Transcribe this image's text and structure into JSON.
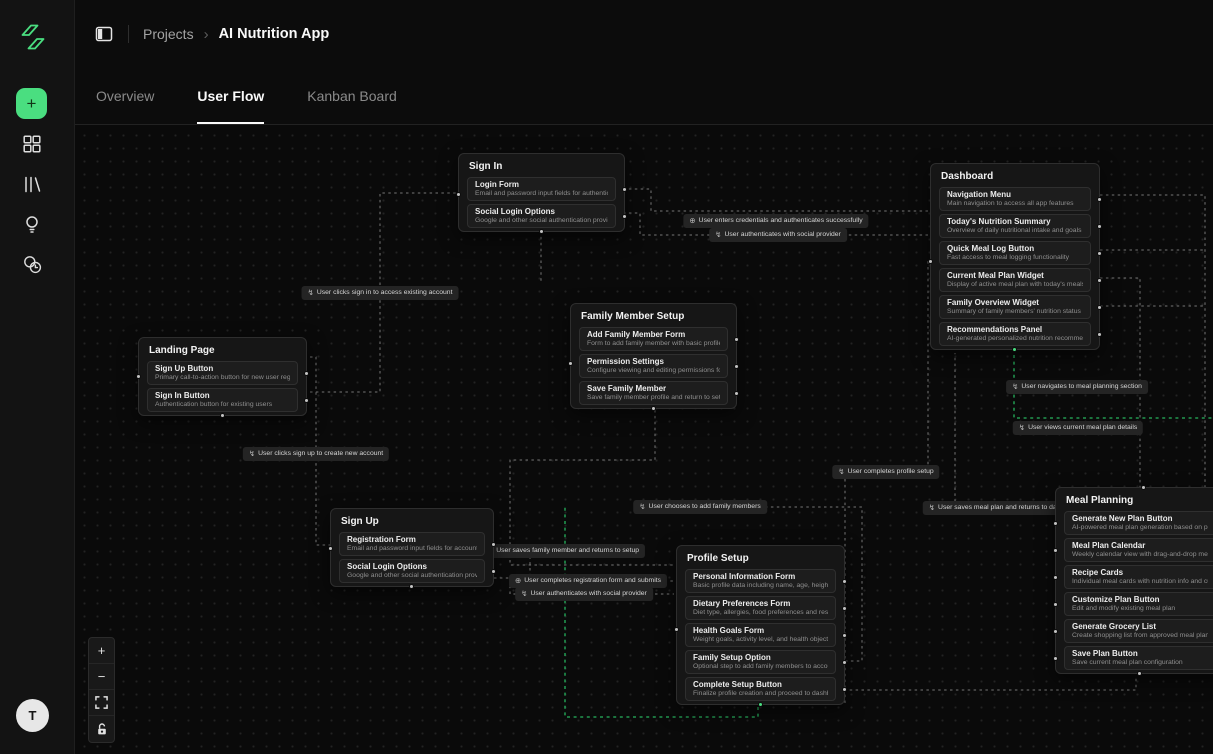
{
  "app": {
    "breadcrumb": {
      "section": "Projects",
      "current": "AI Nutrition App"
    },
    "tabs": [
      {
        "label": "Overview"
      },
      {
        "label": "User Flow"
      },
      {
        "label": "Kanban Board"
      }
    ],
    "active_tab": "User Flow"
  },
  "sidebar": {
    "add_label": "+",
    "icons": [
      "dashboard-grid",
      "library",
      "ideas",
      "history-credits"
    ],
    "avatar_initial": "T"
  },
  "zoom_controls": {
    "zoom_in": "+",
    "zoom_out": "−"
  },
  "colors": {
    "accent_green": "#4ade80",
    "edge_highlight": "#27b35e",
    "canvas_bg": "#0a0a0a",
    "node_bg": "#161616",
    "row_bg": "#1d1d1d"
  },
  "nodes": {
    "sign_in": {
      "title": "Sign In",
      "items": [
        {
          "title": "Login Form",
          "desc": "Email and password input fields for authentication"
        },
        {
          "title": "Social Login Options",
          "desc": "Google and other social authentication providers"
        }
      ]
    },
    "landing_page": {
      "title": "Landing Page",
      "items": [
        {
          "title": "Sign Up Button",
          "desc": "Primary call-to-action button for new user registration"
        },
        {
          "title": "Sign In Button",
          "desc": "Authentication button for existing users"
        }
      ]
    },
    "sign_up": {
      "title": "Sign Up",
      "items": [
        {
          "title": "Registration Form",
          "desc": "Email and password input fields for account creation"
        },
        {
          "title": "Social Login Options",
          "desc": "Google and other social authentication providers"
        }
      ]
    },
    "family_member_setup": {
      "title": "Family Member Setup",
      "items": [
        {
          "title": "Add Family Member Form",
          "desc": "Form to add family member with basic profile information"
        },
        {
          "title": "Permission Settings",
          "desc": "Configure viewing and editing permissions for family member"
        },
        {
          "title": "Save Family Member",
          "desc": "Save family member profile and return to setup"
        }
      ]
    },
    "profile_setup": {
      "title": "Profile Setup",
      "items": [
        {
          "title": "Personal Information Form",
          "desc": "Basic profile data including name, age, height, weight"
        },
        {
          "title": "Dietary Preferences Form",
          "desc": "Diet type, allergies, food preferences and restrictions"
        },
        {
          "title": "Health Goals Form",
          "desc": "Weight goals, activity level, and health objectives"
        },
        {
          "title": "Family Setup Option",
          "desc": "Optional step to add family members to account"
        },
        {
          "title": "Complete Setup Button",
          "desc": "Finalize profile creation and proceed to dashboard"
        }
      ]
    },
    "dashboard": {
      "title": "Dashboard",
      "items": [
        {
          "title": "Navigation Menu",
          "desc": "Main navigation to access all app features"
        },
        {
          "title": "Today's Nutrition Summary",
          "desc": "Overview of daily nutritional intake and goals"
        },
        {
          "title": "Quick Meal Log Button",
          "desc": "Fast access to meal logging functionality"
        },
        {
          "title": "Current Meal Plan Widget",
          "desc": "Display of active meal plan with today's meals"
        },
        {
          "title": "Family Overview Widget",
          "desc": "Summary of family members' nutrition status"
        },
        {
          "title": "Recommendations Panel",
          "desc": "AI-generated personalized nutrition recommendations"
        }
      ]
    },
    "meal_planning": {
      "title": "Meal Planning",
      "items": [
        {
          "title": "Generate New Plan Button",
          "desc": "AI-powered meal plan generation based on preferences"
        },
        {
          "title": "Meal Plan Calendar",
          "desc": "Weekly calendar view with drag-and-drop meal arrangement"
        },
        {
          "title": "Recipe Cards",
          "desc": "Individual meal cards with nutrition info and customization"
        },
        {
          "title": "Customize Plan Button",
          "desc": "Edit and modify existing meal plan"
        },
        {
          "title": "Generate Grocery List",
          "desc": "Create shopping list from approved meal plan"
        },
        {
          "title": "Save Plan Button",
          "desc": "Save current meal plan configuration"
        }
      ]
    }
  },
  "edge_labels": [
    {
      "icon": "⊕",
      "text": "User enters credentials and authenticates successfully"
    },
    {
      "icon": "↯",
      "text": "User authenticates with social provider"
    },
    {
      "icon": "↯",
      "text": "User clicks sign in to access existing account"
    },
    {
      "icon": "↯",
      "text": "User clicks sign up to create new account"
    },
    {
      "icon": "↯",
      "text": "User saves family member and returns to setup"
    },
    {
      "icon": "⊕",
      "text": "User completes registration form and submits"
    },
    {
      "icon": "↯",
      "text": "User authenticates with social provider"
    },
    {
      "icon": "↯",
      "text": "User chooses to add family members"
    },
    {
      "icon": "↯",
      "text": "User completes profile setup"
    },
    {
      "icon": "↯",
      "text": "User saves meal plan and returns to dashboard"
    },
    {
      "icon": "↯",
      "text": "User navigates to meal planning section"
    },
    {
      "icon": "↯",
      "text": "User views current meal plan details"
    }
  ]
}
